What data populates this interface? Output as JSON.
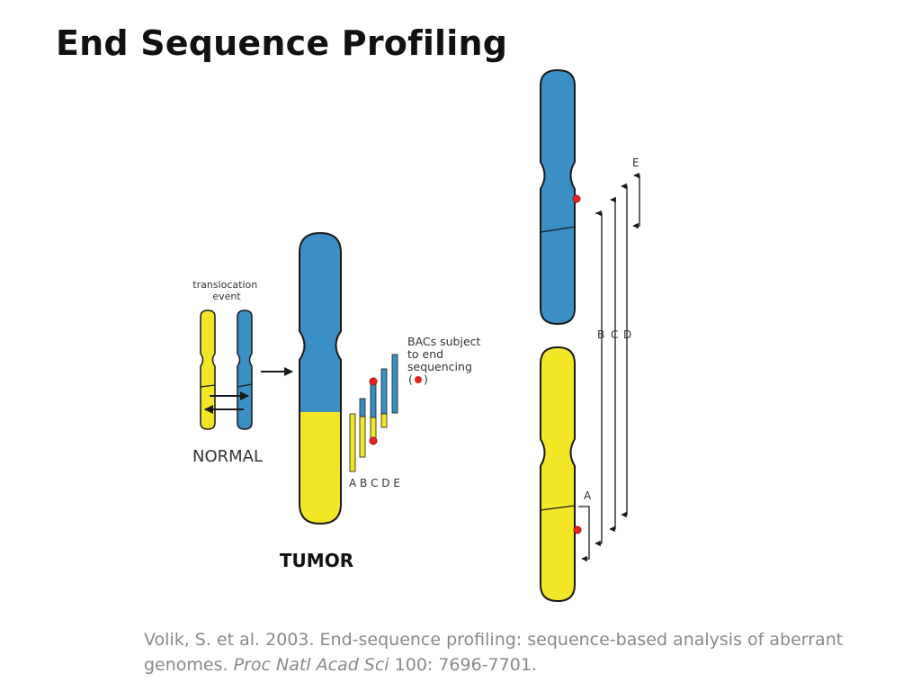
{
  "slide": {
    "title": "End Sequence Profiling"
  },
  "diagram": {
    "translocation_label_line1": "translocation",
    "translocation_label_line2": "event",
    "normal_label": "NORMAL",
    "tumor_label": "TUMOR",
    "bacs_label_line1": "BACs subject",
    "bacs_label_line2": "to end",
    "bacs_label_line3": "sequencing",
    "bacs_label_line4_open": "(",
    "bacs_label_line4_close": ")",
    "bac_letters": "A B C D E",
    "bracket_label_a": "A",
    "bracket_label_b": "B",
    "bracket_label_c": "C",
    "bracket_label_d": "D",
    "bracket_label_e": "E",
    "colors": {
      "blue": "#3b8fc5",
      "yellow": "#f2e627",
      "end_marker": "#e52222",
      "outline": "#1a1a1a"
    }
  },
  "citation": {
    "part1": "Volik, S. et al. 2003. End-sequence profiling: sequence-based analysis of aberrant genomes.",
    "journal": "Proc Natl Acad Sci",
    "part2": "100: 7696-7701."
  }
}
